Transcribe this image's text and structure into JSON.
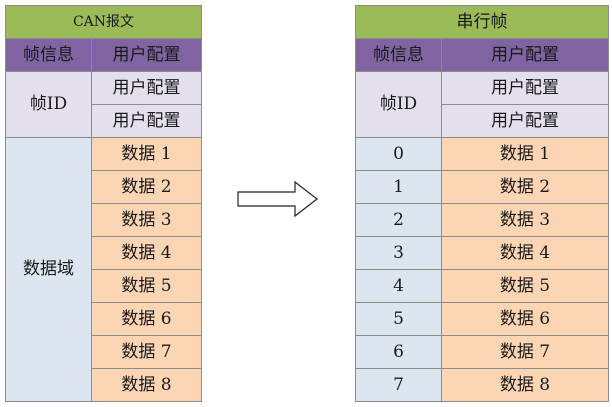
{
  "can_table": {
    "title": "CAN报文",
    "rows": [
      {
        "left": "帧信息",
        "right": "用户配置"
      },
      {
        "left": "帧ID",
        "right": [
          "用户配置",
          "用户配置"
        ]
      },
      {
        "left": "数据域",
        "right": [
          "数据 1",
          "数据 2",
          "数据 3",
          "数据 4",
          "数据 5",
          "数据 6",
          "数据 7",
          "数据 8"
        ]
      }
    ]
  },
  "serial_table": {
    "title": "串行帧",
    "frame_info": {
      "left": "帧信息",
      "right": "用户配置"
    },
    "frame_id": {
      "left": "帧ID",
      "right": [
        "用户配置",
        "用户配置"
      ]
    },
    "data": [
      {
        "index": "0",
        "value": "数据 1"
      },
      {
        "index": "1",
        "value": "数据 2"
      },
      {
        "index": "2",
        "value": "数据 3"
      },
      {
        "index": "3",
        "value": "数据 4"
      },
      {
        "index": "4",
        "value": "数据 5"
      },
      {
        "index": "5",
        "value": "数据 6"
      },
      {
        "index": "6",
        "value": "数据 7"
      },
      {
        "index": "7",
        "value": "数据 8"
      }
    ]
  },
  "colors": {
    "title": "#9bbb59",
    "header": "#8064a2",
    "id": "#e4dfec",
    "index": "#dce6f1",
    "data": "#fcd5b4"
  }
}
